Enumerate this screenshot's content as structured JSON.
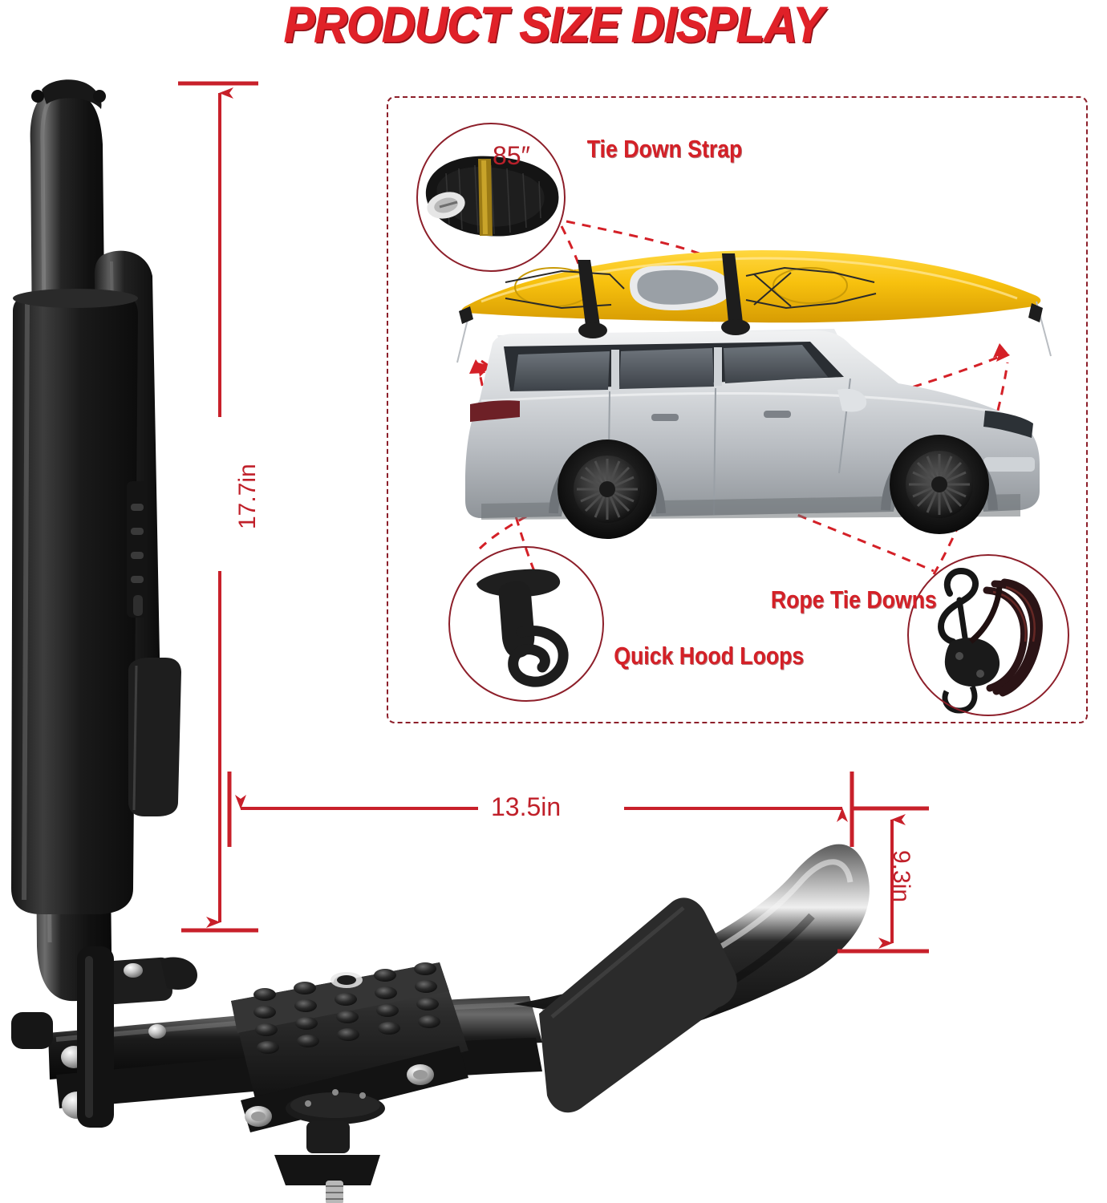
{
  "header": {
    "title": "PRODUCT SIZE DISPLAY",
    "title_color": "#E02128"
  },
  "product": {
    "name": "J-style kayak roof rack carrier",
    "color": "#1a1a1a"
  },
  "dimensions": {
    "height": {
      "label": "17.7in",
      "orientation": "vertical"
    },
    "width": {
      "label": "13.5in",
      "orientation": "horizontal"
    },
    "depth": {
      "label": "9.3in",
      "orientation": "vertical"
    }
  },
  "panel": {
    "border_color": "#8d1f2a",
    "vehicle": {
      "name": "suv-silhouette",
      "body_color": "#c9ccd0"
    },
    "kayak": {
      "name": "kayak",
      "color": "#F5C518"
    },
    "accessories": [
      {
        "id": "tie-down-strap",
        "label": "Tie Down Strap",
        "measure": "85″",
        "icon": "coiled-strap-icon"
      },
      {
        "id": "quick-hood-loops",
        "label": "Quick Hood Loops",
        "measure": "",
        "icon": "hood-loop-icon"
      },
      {
        "id": "rope-tie-downs",
        "label": "Rope Tie Downs",
        "measure": "",
        "icon": "rope-ratchet-icon"
      }
    ],
    "accent_color": "#D42027"
  }
}
